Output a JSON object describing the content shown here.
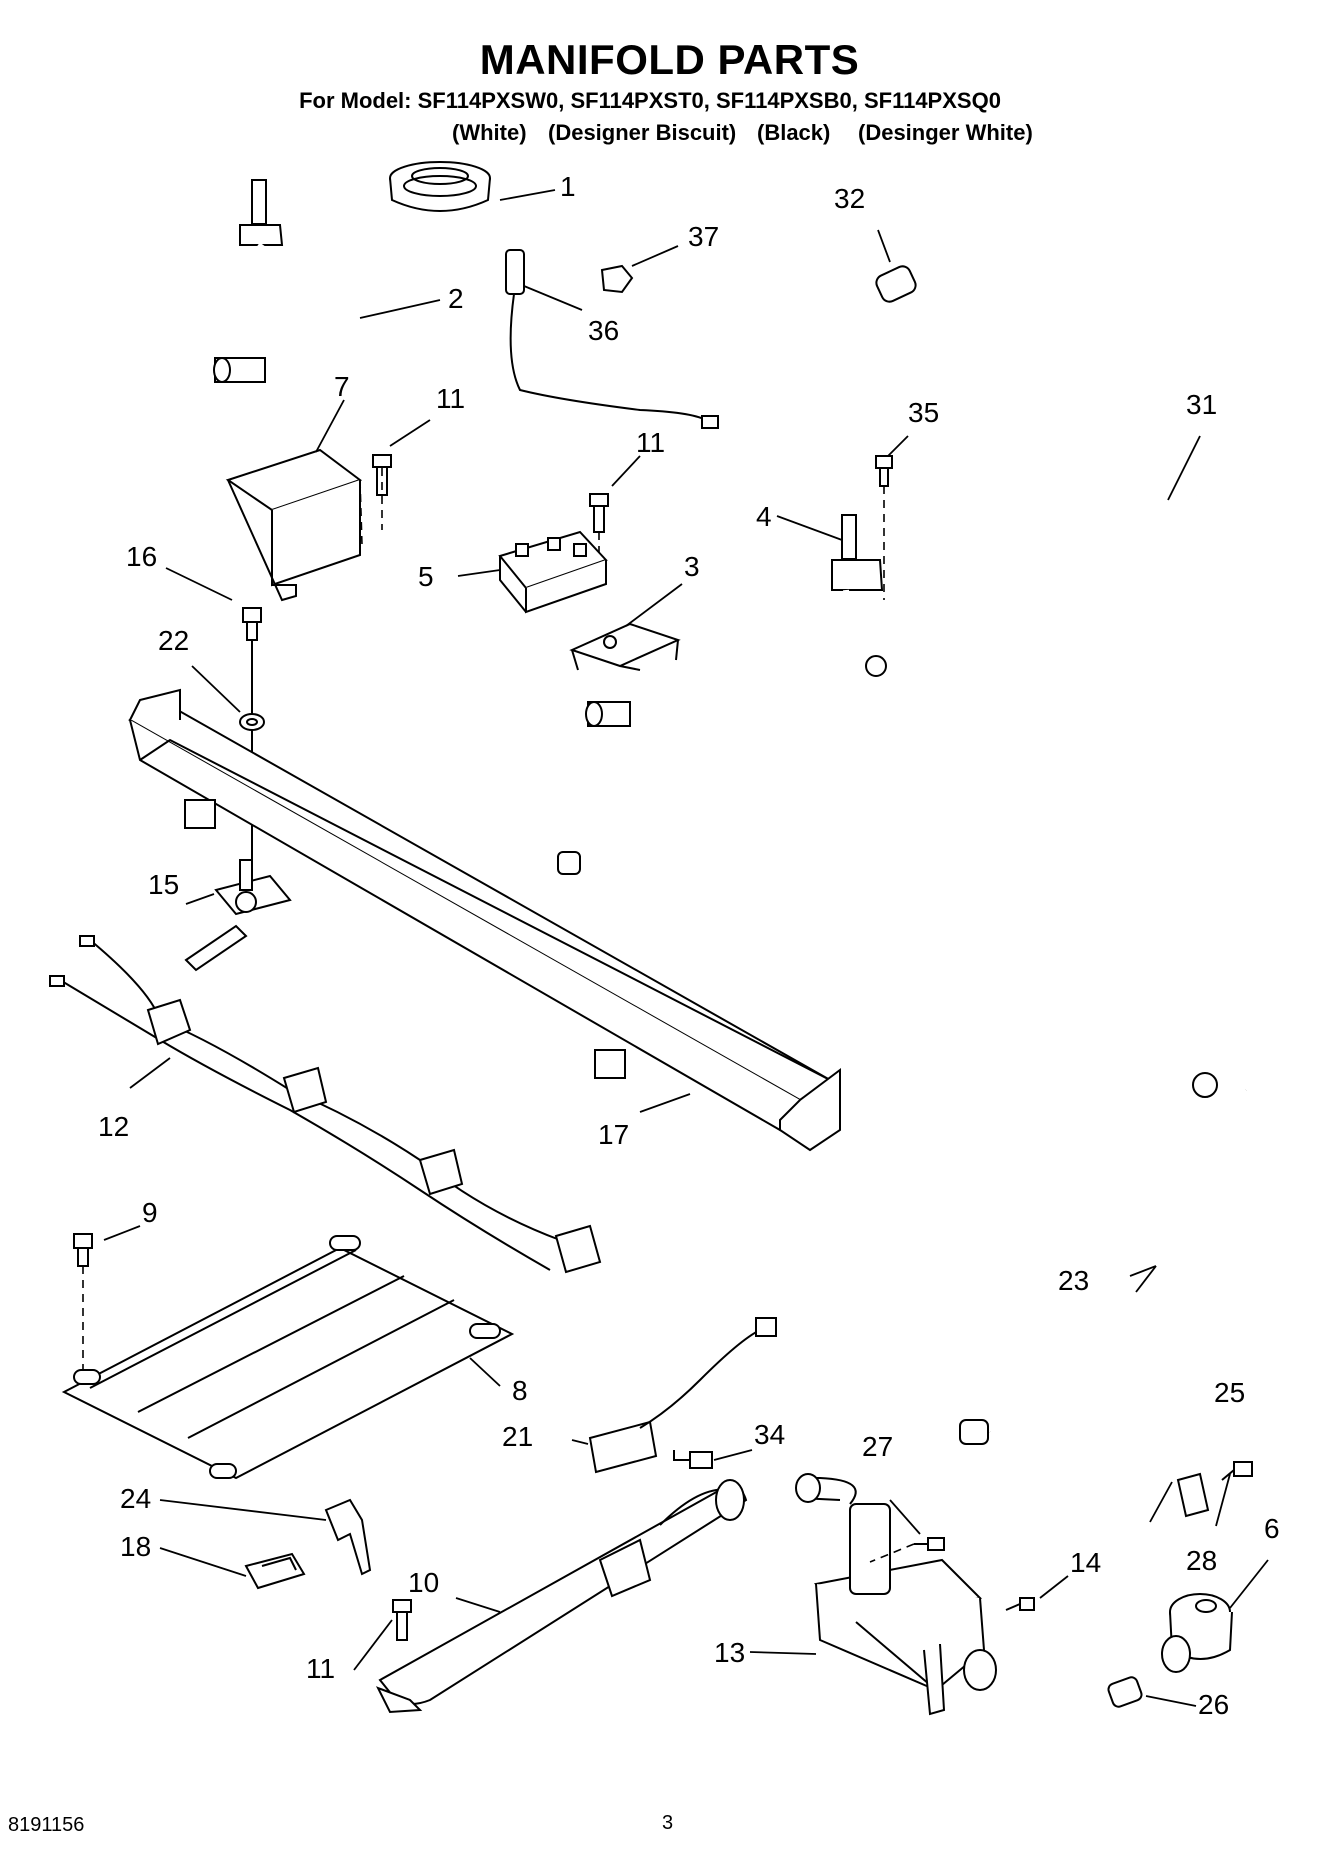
{
  "header": {
    "title": "MANIFOLD PARTS",
    "subtitle": "For Model: SF114PXSW0, SF114PXST0, SF114PXSB0, SF114PXSQ0",
    "variants": [
      "(White)",
      "(Designer Biscuit)",
      "(Black)",
      "(Desinger White)"
    ]
  },
  "callouts": {
    "c1": "1",
    "c2": "2",
    "c3": "3",
    "c4": "4",
    "c5": "5",
    "c6": "6",
    "c7": "7",
    "c8": "8",
    "c9": "9",
    "c10": "10",
    "c11a": "11",
    "c11b": "11",
    "c11c": "11",
    "c12": "12",
    "c13": "13",
    "c14": "14",
    "c15": "15",
    "c16": "16",
    "c17": "17",
    "c18": "18",
    "c21": "21",
    "c22": "22",
    "c23": "23",
    "c24": "24",
    "c25": "25",
    "c26": "26",
    "c27": "27",
    "c28": "28",
    "c31": "31",
    "c32": "32",
    "c34": "34",
    "c35": "35",
    "c36": "36",
    "c37": "37"
  },
  "footer": {
    "doc_number": "8191156",
    "page_number": "3"
  }
}
